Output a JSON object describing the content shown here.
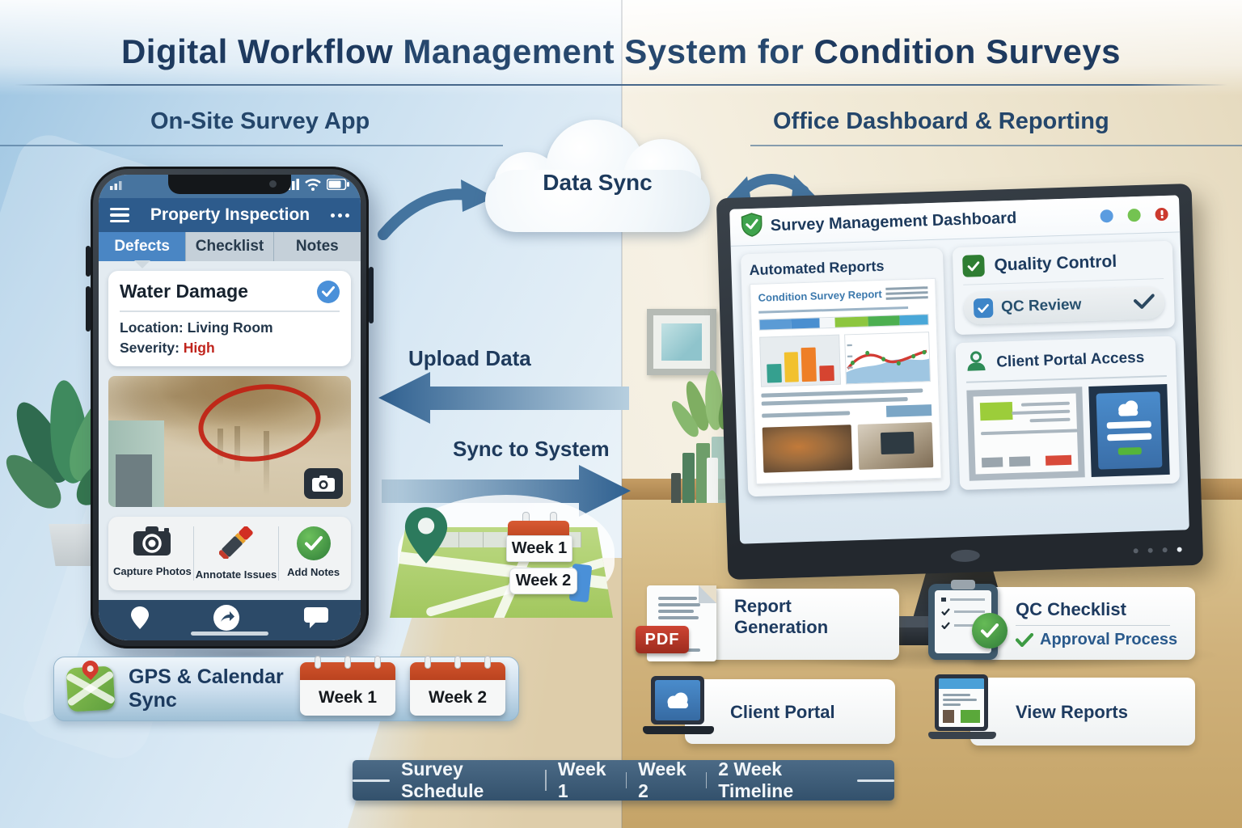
{
  "title": {
    "bold1": "Digital Workflow",
    "mid": " Management System for ",
    "bold2": "Condition Surveys"
  },
  "left_section": {
    "heading": "On-Site Survey App"
  },
  "right_section": {
    "heading": "Office Dashboard & Reporting"
  },
  "cloud": {
    "label": "Data Sync"
  },
  "flow": {
    "upload_label": "Upload Data",
    "sync_label": "Sync to System"
  },
  "phone": {
    "header": {
      "title": "Property Inspection"
    },
    "tabs": [
      {
        "label": "Defects",
        "active": true
      },
      {
        "label": "Checklist",
        "active": false
      },
      {
        "label": "Notes",
        "active": false
      }
    ],
    "defect_card": {
      "title": "Water Damage",
      "location": "Location: Living Room",
      "severity_label": "Severity: ",
      "severity_value": "High"
    },
    "actions": [
      {
        "label": "Capture Photos",
        "icon": "camera-icon"
      },
      {
        "label": "Annotate Issues",
        "icon": "marker-icon"
      },
      {
        "label": "Add Notes",
        "icon": "check-circle-icon"
      }
    ]
  },
  "map_schedule": {
    "week1": "Week 1",
    "week2": "Week 2"
  },
  "gps_bar": {
    "label": "GPS & Calendar Sync",
    "week1": "Week 1",
    "week2": "Week 2"
  },
  "dashboard": {
    "title": "Survey Management Dashboard",
    "automated_reports": {
      "heading": "Automated Reports",
      "report_title": "Condition Survey Report"
    },
    "quality_control": {
      "heading": "Quality Control",
      "review_label": "QC Review"
    },
    "client_portal": {
      "heading": "Client Portal Access"
    }
  },
  "feature_cards": {
    "report_generation": {
      "title": "Report Generation",
      "badge": "PDF"
    },
    "qc_checklist": {
      "title": "QC Checklist",
      "subtitle": "Approval Process"
    },
    "client_portal": {
      "title": "Client Portal"
    },
    "view_reports": {
      "title": "View Reports"
    }
  },
  "timeline_bar": {
    "schedule": "Survey Schedule",
    "week1": "Week 1",
    "week2": "Week 2",
    "timeline": "2 Week Timeline"
  },
  "colors": {
    "accent_blue": "#4a86c4",
    "navy": "#1e3a5f",
    "alert_red": "#c0241c",
    "success_green": "#4caf50",
    "calendar_red": "#c74a28",
    "arrow_steel": "#44749f",
    "desk_tan": "#d0b27c",
    "sky_blue": "#bdd8ec"
  }
}
